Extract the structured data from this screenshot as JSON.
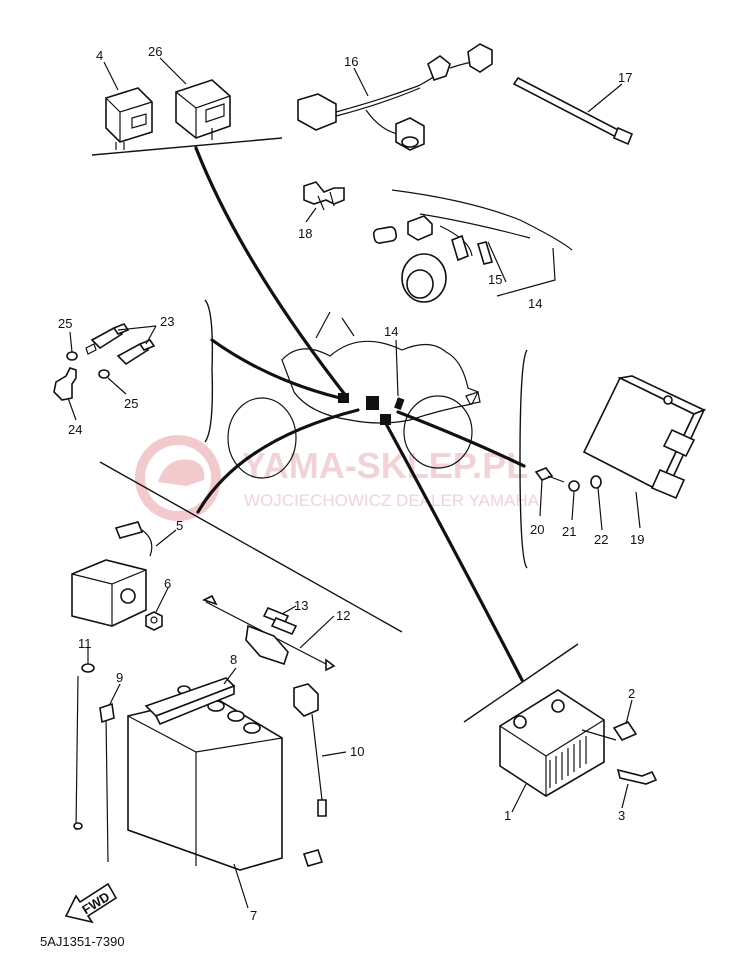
{
  "diagram": {
    "drawing_code": "5AJ1351-7390",
    "watermark": {
      "brand": "YAMA-SKLEP.PL",
      "tagline": "WOJCIECHOWICZ DEALER YAMAHA",
      "color": "#e8a0a6"
    },
    "fwd_label": "FWD",
    "callouts": {
      "c1": "1",
      "c2": "2",
      "c3": "3",
      "c4": "4",
      "c5": "5",
      "c6": "6",
      "c7": "7",
      "c8": "8",
      "c9": "9",
      "c10": "10",
      "c11": "11",
      "c12": "12",
      "c13": "13",
      "c14a": "14",
      "c14b": "14",
      "c15": "15",
      "c16": "16",
      "c17": "17",
      "c18": "18",
      "c19": "19",
      "c20": "20",
      "c21": "21",
      "c22": "22",
      "c23": "23",
      "c24": "24",
      "c25a": "25",
      "c25b": "25",
      "c26": "26"
    }
  }
}
